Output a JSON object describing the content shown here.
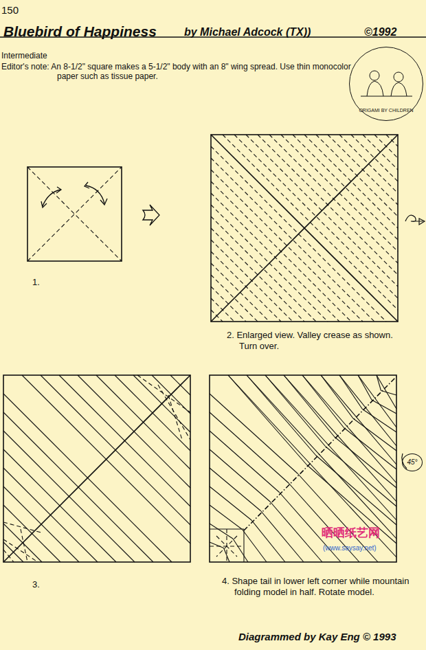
{
  "diagram": {
    "title": "Bluebird of Happiness",
    "nodes": [
      {
        "text": [
          "ORIGAMI BY CHILDREN"
        ]
      },
      {
        "text": [
          "45°"
        ]
      }
    ],
    "labels": [
      "150",
      "by Michael Adcock (TX))",
      "©1992",
      "Intermediate",
      "Editor's note: An 8-1/2\" square makes a 5-1/2\" body with an 8\" wing spread. Use thin monocolor paper such as tissue paper.",
      "1.",
      "2. Enlarged view. Valley crease as shown. Turn over.",
      "3.",
      "4. Shape tail in lower left corner while mountain folding model in half. Rotate model.",
      "Diagrammed by Kay Eng © 1993",
      "晒晒纸艺网",
      "(www.saysay.net)"
    ]
  }
}
